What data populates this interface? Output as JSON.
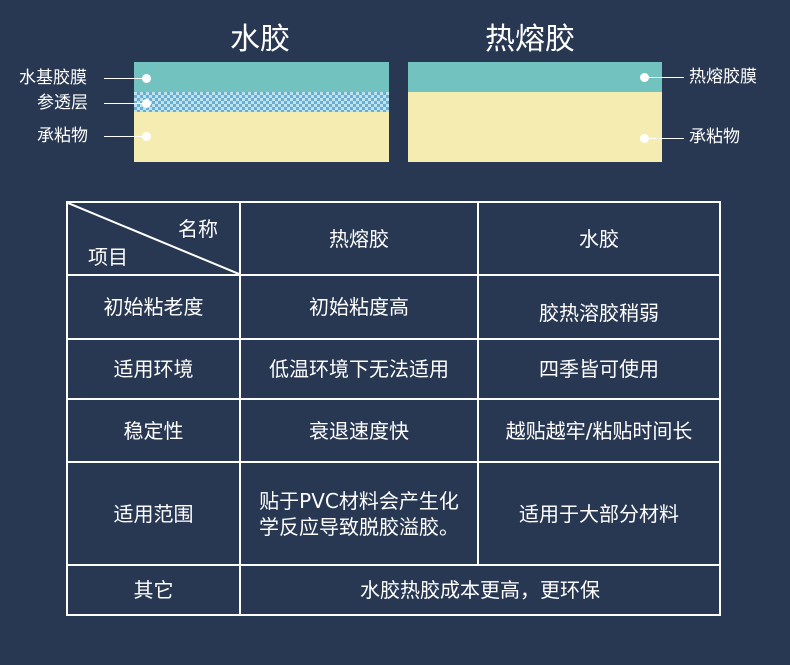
{
  "diagram": {
    "left_title": "水胶",
    "right_title": "热熔胶",
    "left_labels": [
      "水基胶膜",
      "参透层",
      "承粘物"
    ],
    "right_labels": [
      "热熔胶膜",
      "承粘物"
    ],
    "colors": {
      "background": "#283752",
      "film": "#72c2c0",
      "adhesive": "#f4ecb0",
      "penetration_pattern": "#6aaed6"
    }
  },
  "table": {
    "header": {
      "corner_top": "名称",
      "corner_bottom": "项目",
      "col1": "热熔胶",
      "col2": "水胶"
    },
    "rows": [
      {
        "item": "初始粘老度",
        "hotmelt": "初始粘度高",
        "water": "胶热溶胶稍弱"
      },
      {
        "item": "适用环境",
        "hotmelt": "低温环境下无法适用",
        "water": "四季皆可使用"
      },
      {
        "item": "稳定性",
        "hotmelt": "衰退速度快",
        "water": "越贴越牢/粘贴时间长"
      },
      {
        "item": "适用范围",
        "hotmelt": "贴于PVC材料会产生化学反应导致脱胶溢胶。",
        "water": "适用于大部分材料"
      }
    ],
    "last_row": {
      "item": "其它",
      "merged": "水胶热胶成本更高，更环保"
    }
  }
}
